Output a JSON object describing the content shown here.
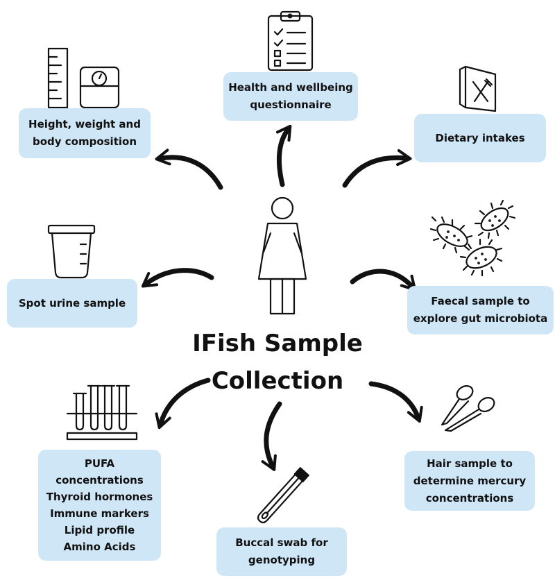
{
  "title": {
    "line1": "IFish Sample",
    "line2": "Collection"
  },
  "boxes": {
    "anthropometry": {
      "lines": [
        "Height, weight and",
        "body composition"
      ]
    },
    "questionnaire": {
      "lines": [
        "Health and wellbeing",
        "questionnaire"
      ]
    },
    "diet": {
      "lines": [
        "Dietary intakes"
      ]
    },
    "urine": {
      "lines": [
        "Spot urine sample"
      ]
    },
    "faecal": {
      "lines": [
        "Faecal sample to",
        "explore gut microbiota"
      ]
    },
    "blood": {
      "lines": [
        "PUFA",
        "concentrations",
        "Thyroid hormones",
        "Immune markers",
        "Lipid profile",
        "Amino Acids"
      ]
    },
    "buccal": {
      "lines": [
        "Buccal swab for",
        "genotyping"
      ]
    },
    "hair": {
      "lines": [
        "Hair sample to",
        "determine mercury",
        "concentrations"
      ]
    }
  },
  "icons": [
    "height-ruler-icon",
    "weighing-scale-icon",
    "clipboard-checklist-icon",
    "menu-cutlery-icon",
    "urine-cup-icon",
    "bacteria-icon",
    "person-icon",
    "test-tubes-rack-icon",
    "swab-tube-icon",
    "scissors-icon"
  ],
  "colors": {
    "box_fill": "#cfe6f7",
    "ink": "#111111"
  }
}
